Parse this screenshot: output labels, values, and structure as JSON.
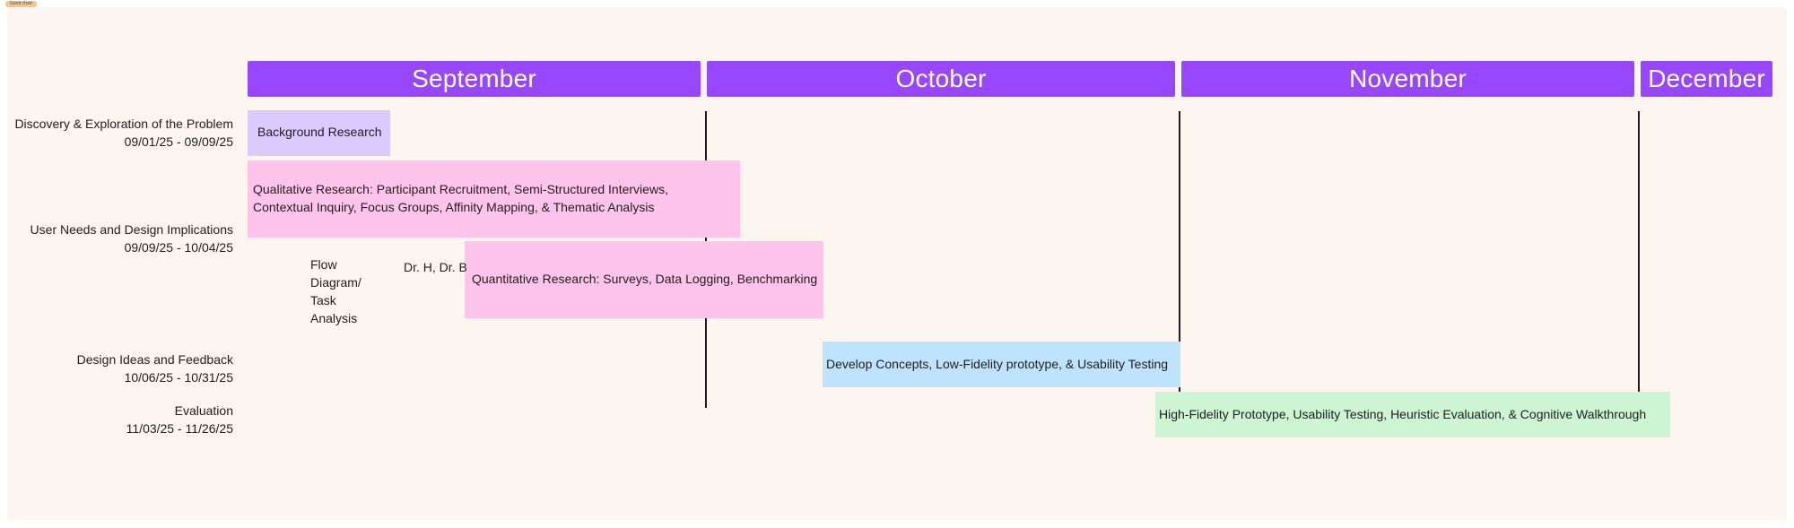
{
  "section_tag": "Gantt chart",
  "months": [
    "September",
    "October",
    "November",
    "December"
  ],
  "phases": [
    {
      "name": "Discovery & Exploration of the Problem",
      "dates": "09/01/25 - 09/09/25"
    },
    {
      "name": "User Needs and Design Implications",
      "dates": "09/09/25 - 10/04/25"
    },
    {
      "name": "Design Ideas and Feedback",
      "dates": "10/06/25 - 10/31/25"
    },
    {
      "name": "Evaluation",
      "dates": "11/03/25 - 11/26/25"
    }
  ],
  "tasks": [
    {
      "label": "Background Research",
      "color": "#dcc9fd"
    },
    {
      "label": "Qualitative Research: Participant Recruitment, Semi-Structured Interviews, Contextual Inquiry, Focus Groups, Affinity Mapping, & Thematic Analysis",
      "color": "#ffc4eb"
    },
    {
      "label": "Quantitative Research: Surveys, Data Logging, Benchmarking",
      "color": "#ffc4eb"
    },
    {
      "label": "Develop Concepts, Low-Fidelity prototype, & Usability Testing",
      "color": "#bde3ff"
    },
    {
      "label": "High-Fidelity Prototype, Usability Testing, Heuristic Evaluation, & Cognitive Walkthrough",
      "color": "#cdf4d3"
    }
  ],
  "notes": {
    "flow": "Flow\nDiagram/\nTask\nAnalysis",
    "advisors": "Dr. H, Dr. B"
  },
  "colors": {
    "month_header": "#9747ff",
    "board_background": "#fdf5ef",
    "divider": "#1e1e1e"
  }
}
